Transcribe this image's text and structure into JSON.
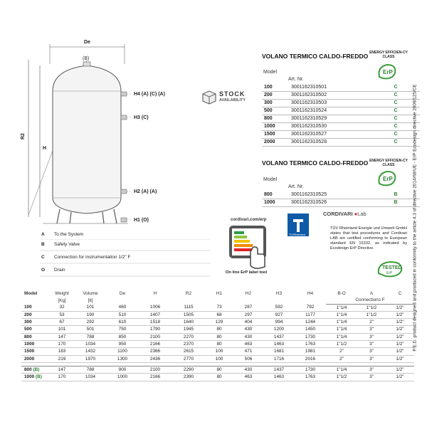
{
  "drawing": {
    "de_label": "De",
    "b_label": "(B)",
    "r2_label": "R2",
    "h_label": "H",
    "h4_label": "H4 (A) (C) (A)",
    "h3_label": "H3 (C)",
    "h2_label": "H2 (A) (A)",
    "h1_label": "H1 (O)"
  },
  "stock": {
    "title": "STOCK",
    "subtitle": "AVAILABILITY"
  },
  "table1": {
    "title": "VOLANO TERMICO CALDO-FREDDO",
    "erp_header": "ENERGY EFFICIEN-CY CLASS",
    "model_label": "Model",
    "art_label": "Art. Nr.",
    "erp_badge": "ErP",
    "rows": [
      {
        "model": "100",
        "art": "3001162310501",
        "cls": "C"
      },
      {
        "model": "200",
        "art": "3001162310502",
        "cls": "C"
      },
      {
        "model": "300",
        "art": "3001162310503",
        "cls": "C"
      },
      {
        "model": "500",
        "art": "3001162310524",
        "cls": "C"
      },
      {
        "model": "800",
        "art": "3001162310529",
        "cls": "C"
      },
      {
        "model": "1000",
        "art": "3001162310530",
        "cls": "C"
      },
      {
        "model": "1500",
        "art": "3001162310527",
        "cls": "C"
      },
      {
        "model": "2000",
        "art": "3001162310528",
        "cls": "C"
      }
    ]
  },
  "table2": {
    "title": "VOLANO TERMICO CALDO-FREDDO",
    "erp_header": "ENERGY EFFICIEN-CY CLASS",
    "model_label": "Model",
    "art_label": "Art. Nr.",
    "erp_badge": "ErP",
    "rows": [
      {
        "model": "800",
        "art": "3001162310525",
        "cls": "B"
      },
      {
        "model": "1000",
        "art": "3001162310526",
        "cls": "B"
      }
    ]
  },
  "legend": [
    {
      "key": "A",
      "text": "To the System"
    },
    {
      "key": "B",
      "text": "Safety Valve"
    },
    {
      "key": "C",
      "text": "Connection for instrumentation 1/2\" F"
    },
    {
      "key": "O",
      "text": "Drain"
    }
  ],
  "tool": {
    "url": "cordivari.com/erp",
    "caption": "On line ErP label tool"
  },
  "cert": {
    "brand": "CORDIVARI",
    "brand_suffix": "Lab",
    "tuv_label": "TÜVRheinland",
    "text": "TÜV Rheinland Energie und Umwelt GmbH states that test procedures and Cordivari LAB are certified conforming to European standard EN 15332, as indicated by Ecodesign ErP Directive.",
    "tested_label": "TESTED",
    "tested_sub": "ErP"
  },
  "vertical_note": "P.E.D. product designed and produced in conformity to the article 4.3 of directive 2014/68/UE - ErP Ecodesign directive 2009/125/CE",
  "big_table": {
    "headers": [
      "Model",
      "Weight",
      "Volume",
      "De",
      "H",
      "R2",
      "H1",
      "H2",
      "H3",
      "H4",
      "B-O",
      "A",
      "C"
    ],
    "units": [
      "",
      "[Kg]",
      "[lt]",
      "",
      "",
      "",
      "",
      "",
      "",
      "",
      "",
      "",
      ""
    ],
    "connections_label": "Connections F",
    "rows": [
      [
        "100",
        "32",
        "101",
        "460",
        "1006",
        "1115",
        "73",
        "287",
        "592",
        "792",
        "1\"1/4",
        "1\"1/2",
        "1/2\""
      ],
      [
        "200",
        "53",
        "190",
        "510",
        "1407",
        "1505",
        "68",
        "297",
        "927",
        "1177",
        "1\"1/4",
        "1\"1/2",
        "1/2\""
      ],
      [
        "300",
        "67",
        "292",
        "610",
        "1518",
        "1640",
        "129",
        "404",
        "994",
        "1244",
        "1\"1/4",
        "2\"",
        "1/2\""
      ],
      [
        "500",
        "101",
        "501",
        "750",
        "1790",
        "1945",
        "80",
        "430",
        "1200",
        "1450",
        "1\"1/4",
        "3\"",
        "1/2\""
      ],
      [
        "800",
        "147",
        "788",
        "850",
        "2100",
        "2270",
        "80",
        "430",
        "1437",
        "1730",
        "1\"1/4",
        "3\"",
        "1/2\""
      ],
      [
        "1000",
        "170",
        "1034",
        "950",
        "2166",
        "2370",
        "80",
        "463",
        "1463",
        "1763",
        "1\"1/2",
        "3\"",
        "1/2\""
      ],
      [
        "1500",
        "183",
        "1432",
        "1100",
        "2366",
        "2615",
        "100",
        "471",
        "1681",
        "1981",
        "2\"",
        "3\"",
        "1/2\""
      ],
      [
        "2000",
        "219",
        "1970",
        "1300",
        "2436",
        "2770",
        "100",
        "506",
        "1716",
        "2016",
        "2\"",
        "3\"",
        "1/2\""
      ]
    ],
    "extra_rows": [
      {
        "model": "800",
        "suffix": "(B)",
        "values": [
          "147",
          "788",
          "900",
          "2100",
          "2290",
          "80",
          "430",
          "1437",
          "1730",
          "1\"1/4",
          "3\"",
          "1/2\""
        ]
      },
      {
        "model": "1000",
        "suffix": "(B)",
        "values": [
          "170",
          "1034",
          "1000",
          "2166",
          "2390",
          "80",
          "463",
          "1463",
          "1763",
          "1\"1/2",
          "3\"",
          "1/2\""
        ]
      }
    ]
  }
}
